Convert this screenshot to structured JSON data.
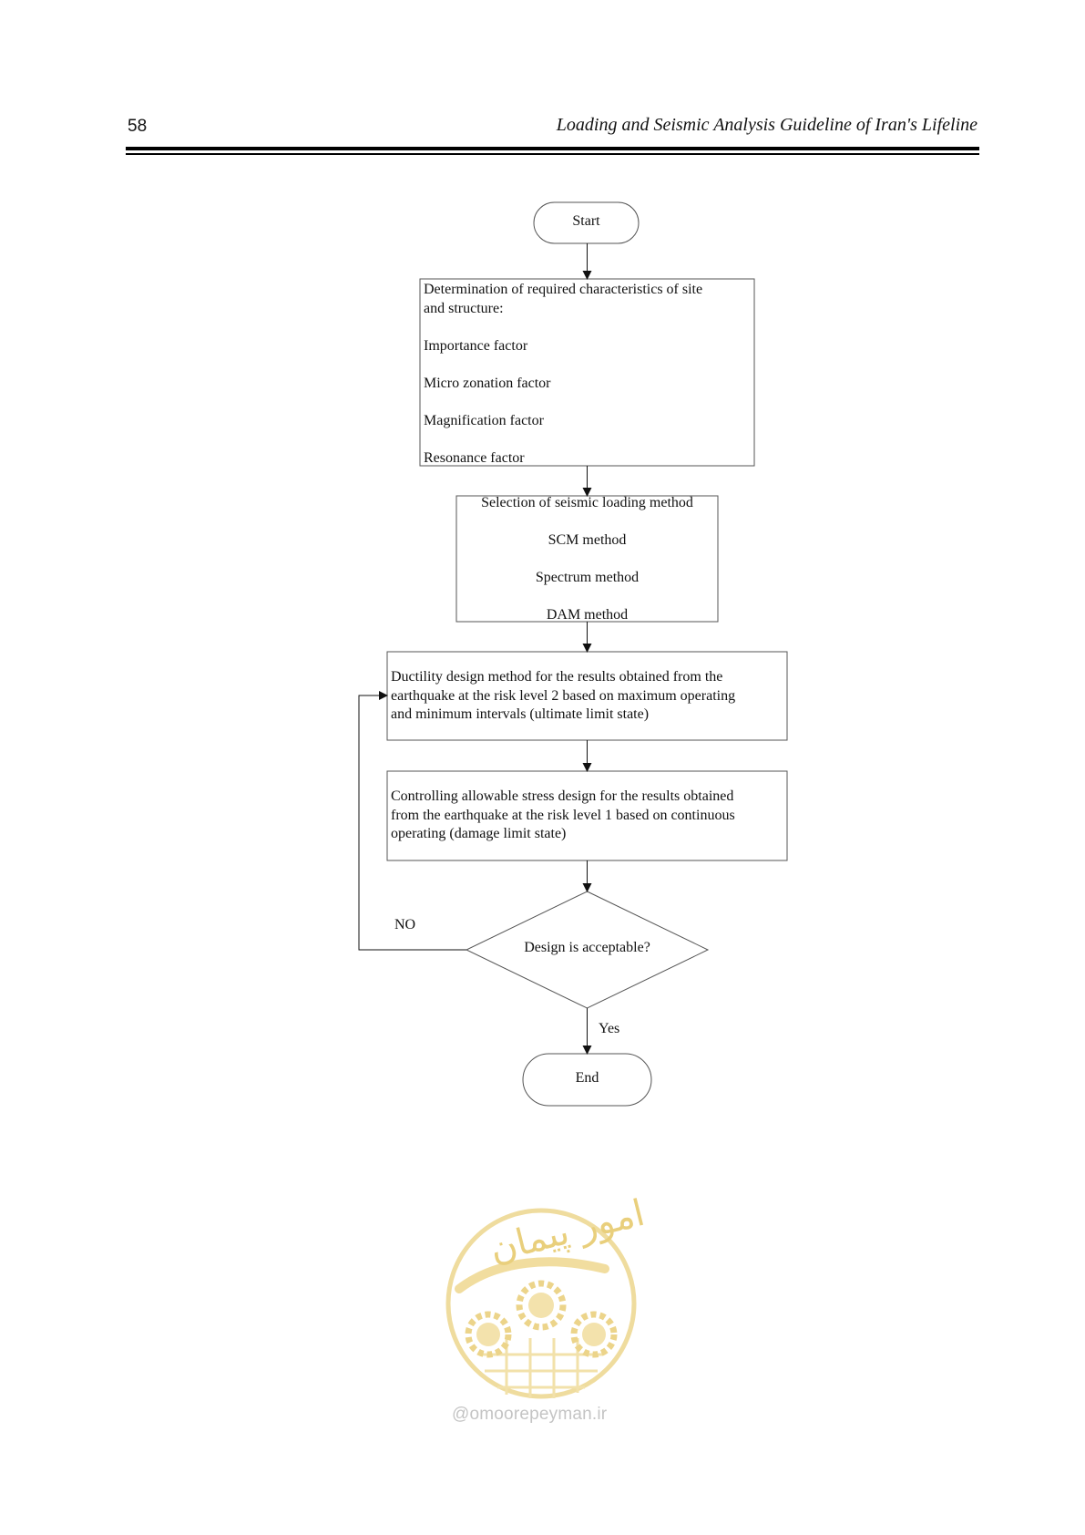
{
  "header": {
    "page_number": "58",
    "running_title": "Loading and Seismic Analysis Guideline of Iran's Lifeline"
  },
  "flowchart": {
    "start": "Start",
    "characteristics": {
      "line1": "Determination of required characteristics of site",
      "line2": "and structure:",
      "items": [
        "Importance factor",
        "Micro zonation factor",
        "Magnification factor",
        "Resonance factor"
      ]
    },
    "loading_method": {
      "title": "Selection of seismic loading method",
      "items": [
        "SCM method",
        "Spectrum method",
        "DAM method"
      ]
    },
    "ductility": {
      "line1": "Ductility design method for the results obtained from the",
      "line2": "earthquake at the risk level 2 based on maximum operating",
      "line3": "and minimum intervals (ultimate limit state)"
    },
    "allowable_stress": {
      "line1": "Controlling allowable stress design for the results obtained",
      "line2": "from the earthquake at the risk level 1 based on continuous",
      "line3": "operating (damage limit state)"
    },
    "decision": "Design is acceptable?",
    "no_label": "NO",
    "yes_label": "Yes",
    "end": "End"
  },
  "watermark": {
    "url": "@omoorepeyman.ir",
    "logo_text": "امور پیمان",
    "color": "#e6c76a"
  }
}
